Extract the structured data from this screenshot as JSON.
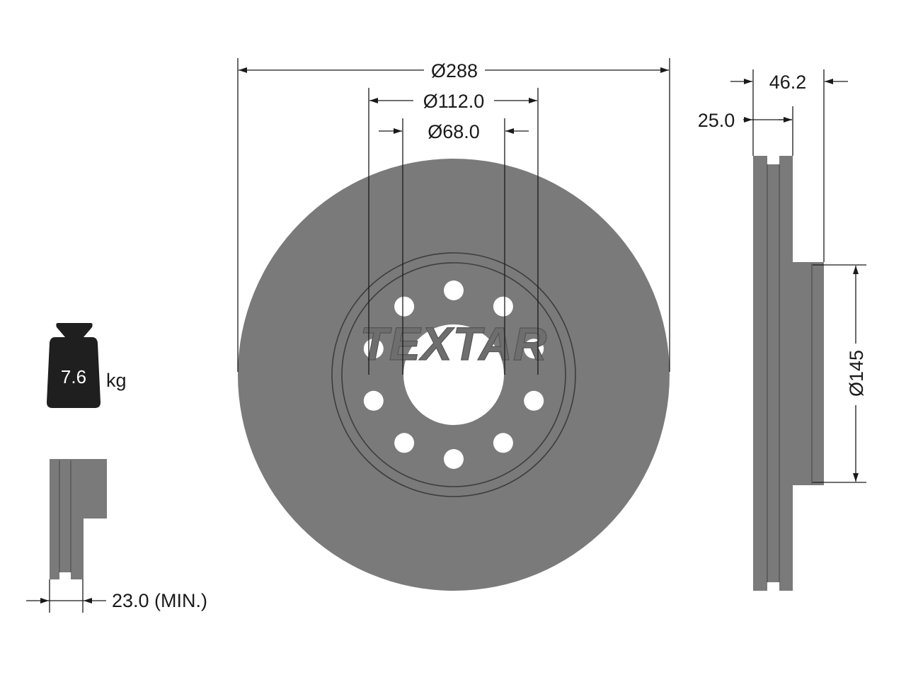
{
  "dimensions": {
    "outer_diameter": "Ø288",
    "bolt_circle": "Ø112.0",
    "center_bore": "Ø68.0",
    "total_height": "46.2",
    "disc_thickness": "25.0",
    "hat_diameter": "Ø145",
    "min_thickness": "23.0 (MIN.)"
  },
  "weight": {
    "value": "7.6",
    "unit": "kg"
  },
  "brand": "TEXTAR",
  "bolt_holes": 10,
  "colors": {
    "part": "#7a7a7a",
    "line": "#1a1a1a",
    "background": "#ffffff"
  }
}
